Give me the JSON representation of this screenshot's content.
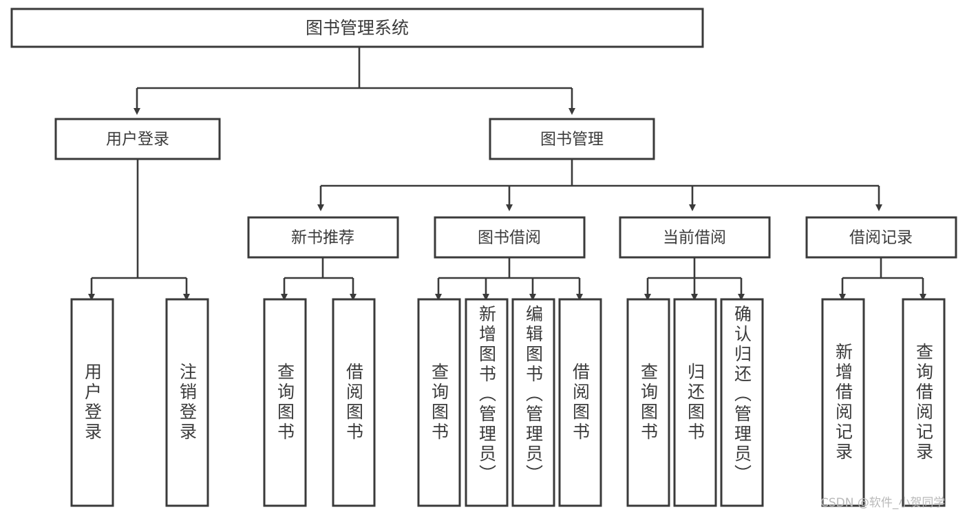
{
  "diagram": {
    "title": "图书管理系统",
    "type": "tree-hierarchy-diagram",
    "colors": {
      "box_stroke": "#3a3a3a",
      "box_fill": "#ffffff",
      "connector": "#3a3a3a",
      "text": "#3b3b3b",
      "background": "#ffffff",
      "watermark": "#b9b9b9"
    },
    "root": {
      "label": "图书管理系统"
    },
    "level2": [
      {
        "label": "用户登录"
      },
      {
        "label": "图书管理"
      }
    ],
    "level3": [
      {
        "label": "新书推荐"
      },
      {
        "label": "图书借阅"
      },
      {
        "label": "当前借阅"
      },
      {
        "label": "借阅记录"
      }
    ],
    "leaves": {
      "user_login": [
        {
          "label": "用户登录"
        },
        {
          "label": "注销登录"
        }
      ],
      "new_book_recommend": [
        {
          "label": "查询图书"
        },
        {
          "label": "借阅图书"
        }
      ],
      "book_borrow": [
        {
          "label": "查询图书"
        },
        {
          "label": "新增图书（管理员）"
        },
        {
          "label": "编辑图书（管理员）"
        },
        {
          "label": "借阅图书"
        }
      ],
      "current_borrow": [
        {
          "label": "查询图书"
        },
        {
          "label": "归还图书"
        },
        {
          "label": "确认归还（管理员）"
        }
      ],
      "borrow_record": [
        {
          "label": "新增借阅记录"
        },
        {
          "label": "查询借阅记录"
        }
      ]
    }
  },
  "watermark": {
    "text": "CSDN @软件_小贺同学"
  }
}
